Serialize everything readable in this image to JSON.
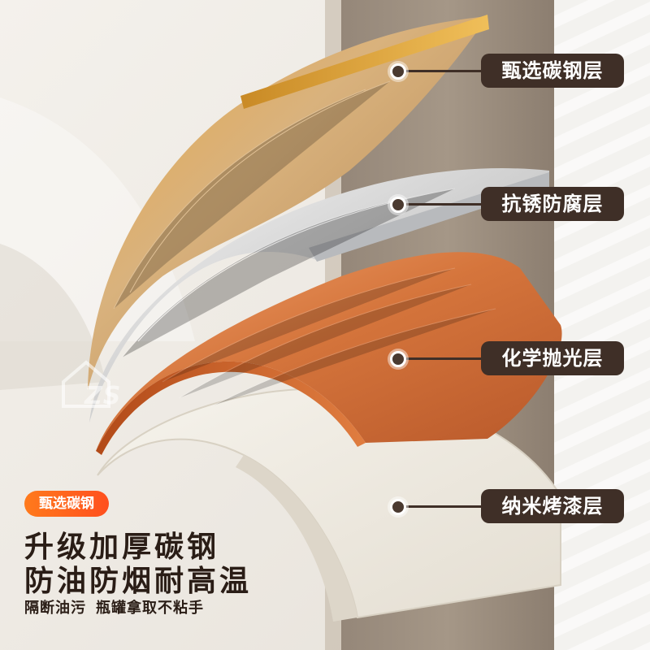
{
  "brand_mark": "ZS",
  "layers": [
    {
      "label": "甄选碳钢层",
      "color": "#d9a24a"
    },
    {
      "label": "抗锈防腐层",
      "color": "#d8d8d8"
    },
    {
      "label": "化学抛光层",
      "color": "#d8763c"
    },
    {
      "label": "纳米烤漆层",
      "color": "#f1ede4"
    }
  ],
  "badge": "甄选碳钢",
  "headline": [
    "升级加厚碳钢",
    "防油防烟耐高温"
  ],
  "subline": [
    "隔断油污",
    "瓶罐拿取不粘手"
  ],
  "colors": {
    "label_bg": "#3f2f27",
    "badge": "#ff5a1e",
    "text": "#2a1d16"
  }
}
